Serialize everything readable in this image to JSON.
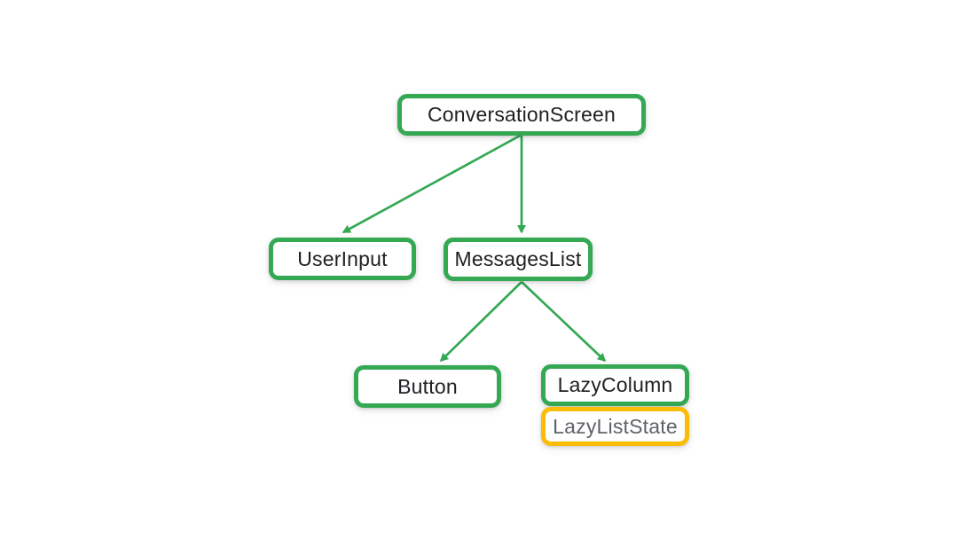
{
  "diagram": {
    "type": "tree",
    "nodes": [
      {
        "id": "conversation_screen",
        "label": "ConversationScreen",
        "style": "green"
      },
      {
        "id": "user_input",
        "label": "UserInput",
        "style": "green"
      },
      {
        "id": "messages_list",
        "label": "MessagesList",
        "style": "green"
      },
      {
        "id": "button",
        "label": "Button",
        "style": "green"
      },
      {
        "id": "lazy_column",
        "label": "LazyColumn",
        "style": "green"
      },
      {
        "id": "lazy_list_state",
        "label": "LazyListState",
        "style": "yellow"
      }
    ],
    "edges": [
      {
        "from": "ConversationScreen",
        "to": "UserInput"
      },
      {
        "from": "ConversationScreen",
        "to": "MessagesList"
      },
      {
        "from": "MessagesList",
        "to": "Button"
      },
      {
        "from": "MessagesList",
        "to": "LazyColumn"
      }
    ],
    "attachments": [
      {
        "parent": "LazyColumn",
        "child": "LazyListState"
      }
    ],
    "colors": {
      "node_border_green": "#34A853",
      "node_border_yellow": "#FBBC04",
      "edge_green": "#34A853",
      "label_dark": "#202124",
      "label_gray": "#5F6368",
      "background": "#FFFFFF"
    }
  }
}
